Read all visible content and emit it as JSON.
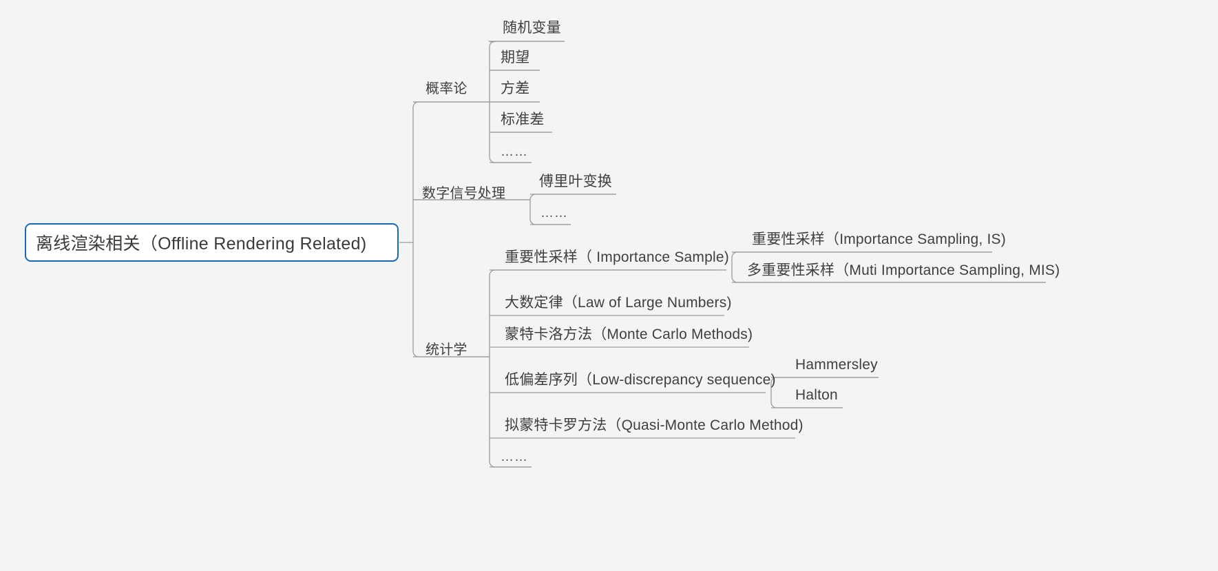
{
  "diagram": {
    "type": "mindmap",
    "background_color": "#f4f4f4",
    "root_border_color": "#1769b3",
    "root_fill_color": "#ffffff",
    "link_color": "#9a9a9a",
    "underline_color": "#9a9a9a",
    "text_color": "#3f3f3f"
  },
  "root": {
    "label": "离线渲染相关（Offline Rendering Related)"
  },
  "branches": [
    {
      "label": "概率论",
      "children": [
        {
          "label": "随机变量"
        },
        {
          "label": "期望"
        },
        {
          "label": "方差"
        },
        {
          "label": "标准差"
        },
        {
          "label": "……"
        }
      ]
    },
    {
      "label": "数字信号处理",
      "children": [
        {
          "label": "傅里叶变换"
        },
        {
          "label": "……"
        }
      ]
    },
    {
      "label": "统计学",
      "children": [
        {
          "label": "重要性采样（ Importance Sample)",
          "children": [
            {
              "label": "重要性采样（Importance Sampling, IS)"
            },
            {
              "label": "多重要性采样（Muti Importance Sampling, MIS)"
            }
          ]
        },
        {
          "label": "大数定律（Law of Large Numbers)"
        },
        {
          "label": "蒙特卡洛方法（Monte Carlo Methods)"
        },
        {
          "label": "低偏差序列（Low-discrepancy sequence)",
          "children": [
            {
              "label": "Hammersley"
            },
            {
              "label": "Halton"
            }
          ]
        },
        {
          "label": "拟蒙特卡罗方法（Quasi-Monte Carlo Method)"
        },
        {
          "label": "……"
        }
      ]
    }
  ]
}
